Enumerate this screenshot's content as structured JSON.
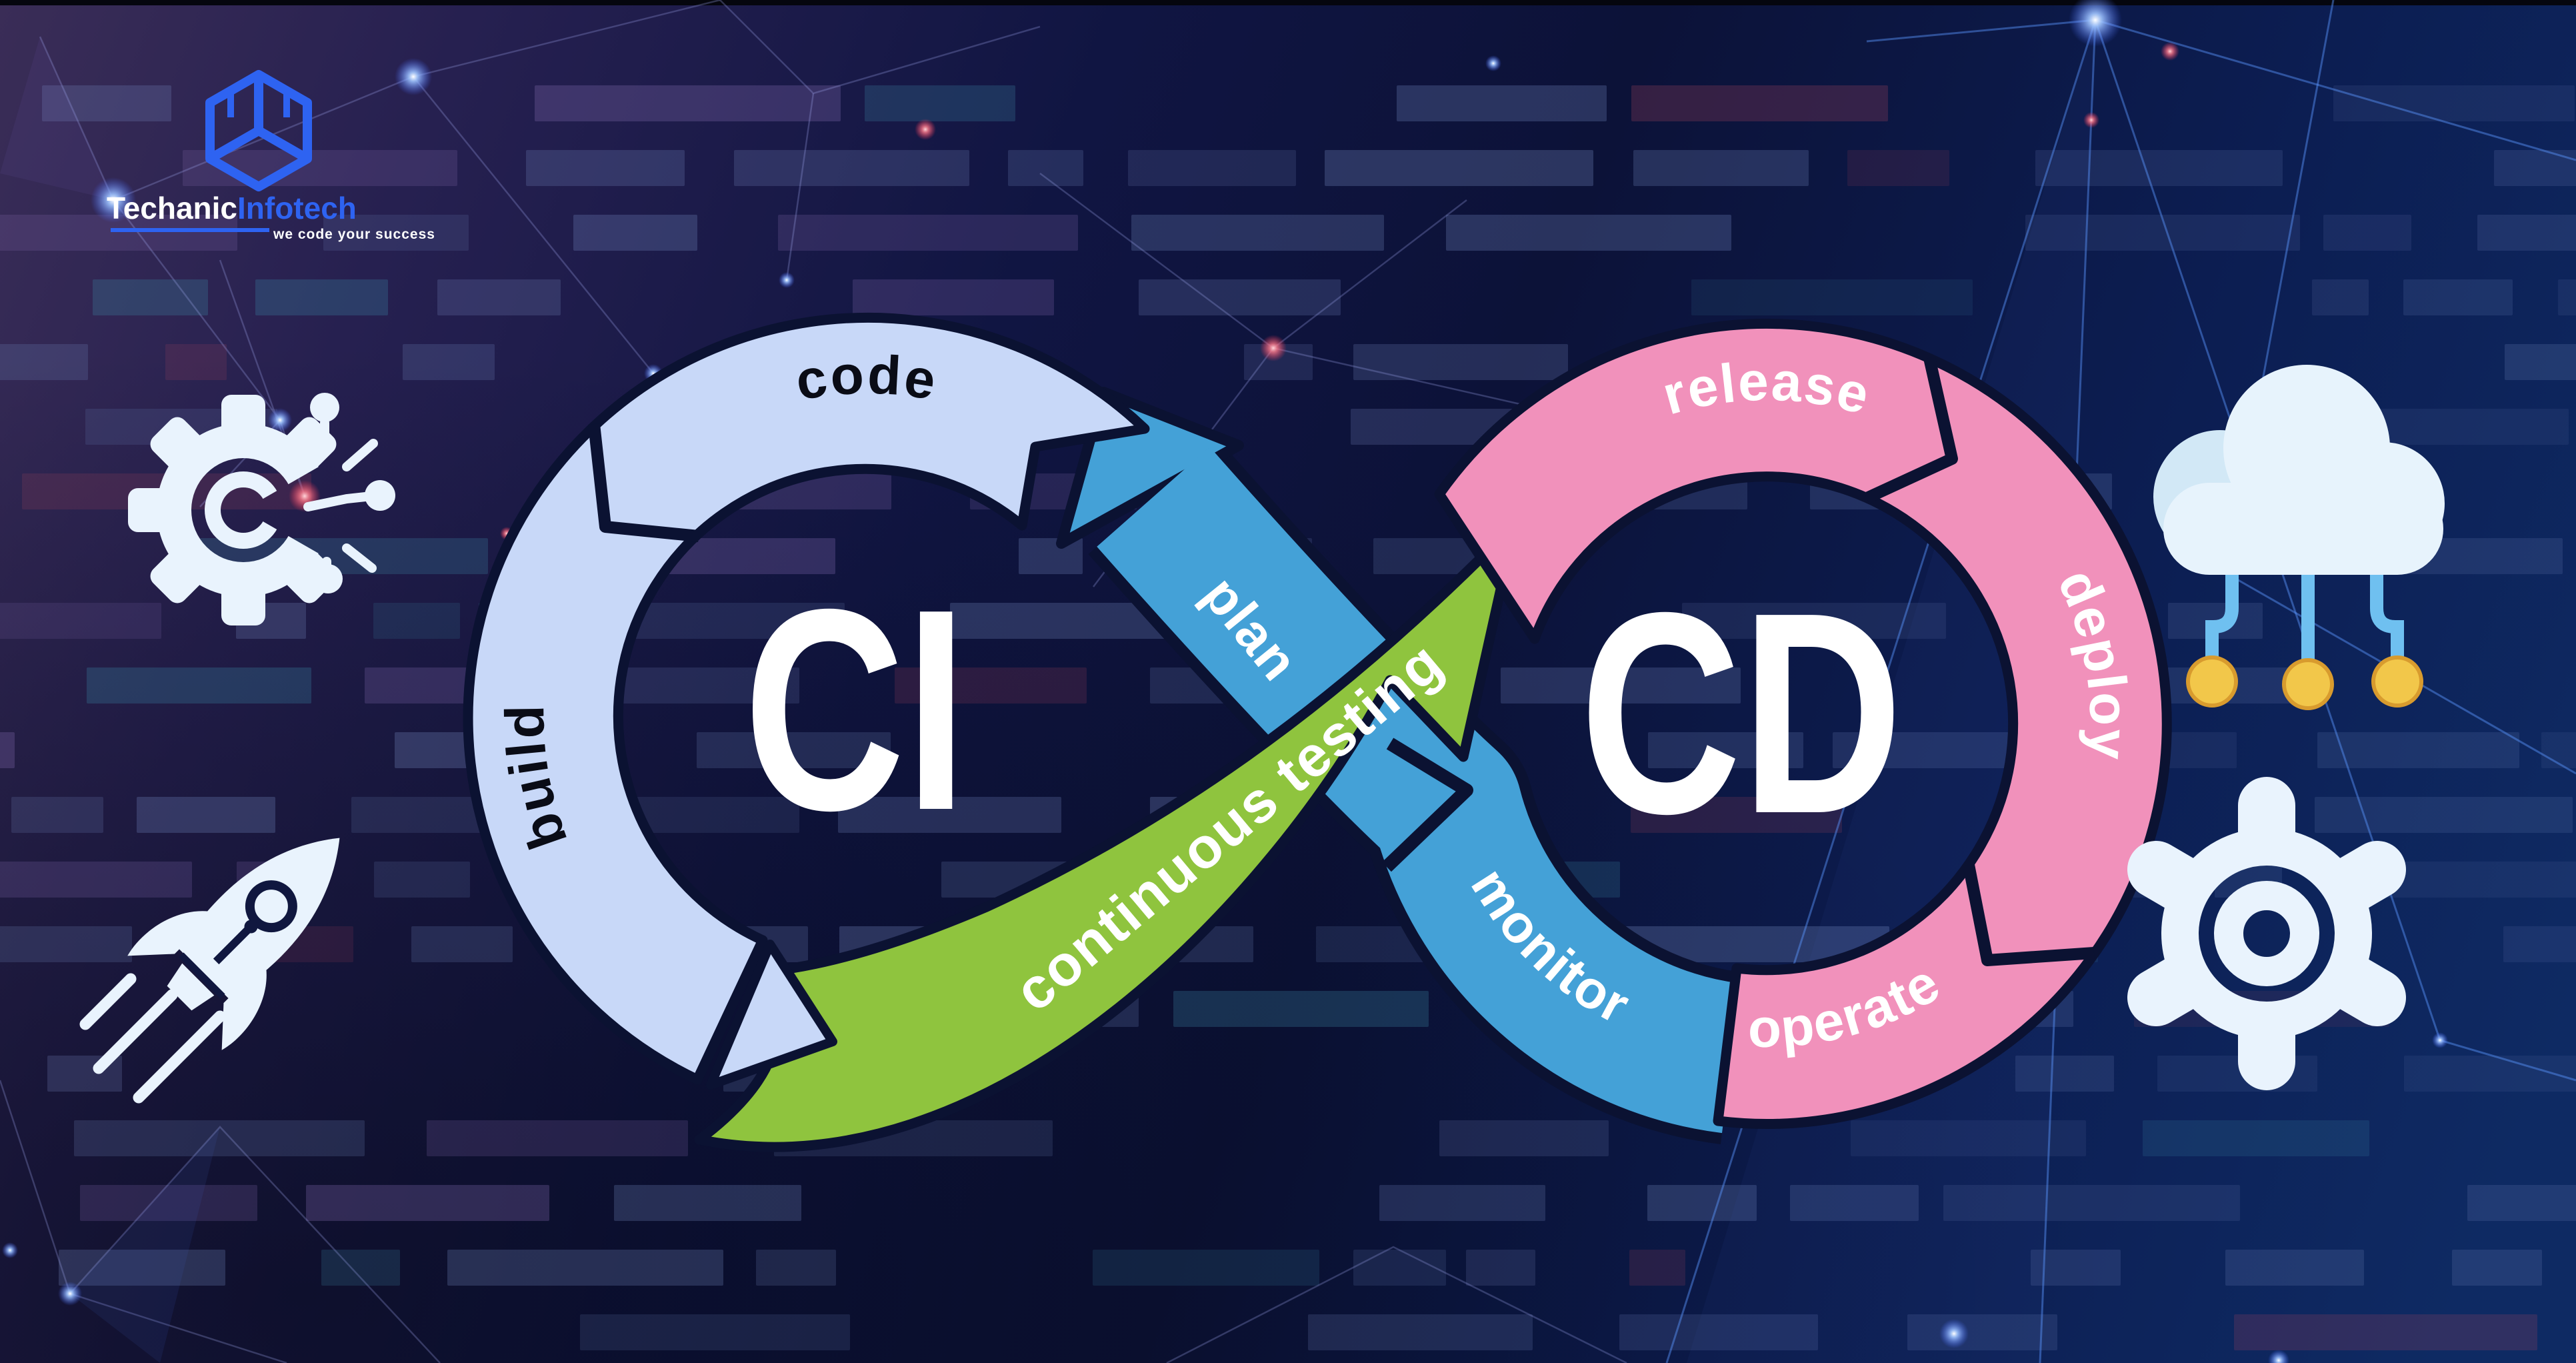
{
  "brand": {
    "name_part1": "Techanic",
    "name_part2": "Infotech",
    "tagline": "we code your success"
  },
  "diagram": {
    "ci_title": "CI",
    "cd_title": "CD",
    "labels": {
      "code": "code",
      "build": "build",
      "plan": "plan",
      "testing": "continuous testing",
      "release": "release",
      "deploy": "deploy",
      "operate": "operate",
      "monitor": "monitor"
    }
  },
  "colors": {
    "ci_ring": "#c8d8f8",
    "blue_ribbon": "#44a1d7",
    "green_ribbon": "#8fc43e",
    "pink_ring": "#f191bb",
    "outline": "#0b1232",
    "dark_label": "#0a0c16",
    "light_label": "#ffffff",
    "title_text": "#ffffff",
    "brand_blue": "#2e63f1",
    "icon_light": "#e9f3fd",
    "cloud_stem_blue": "#6fc0f0",
    "cloud_node_yellow": "#f2c74a"
  },
  "icons": {
    "left_top": "gear-circuit-icon",
    "left_bottom": "rocket-icon",
    "right_top": "cloud-network-icon",
    "right_bottom": "gear-outline-icon"
  }
}
